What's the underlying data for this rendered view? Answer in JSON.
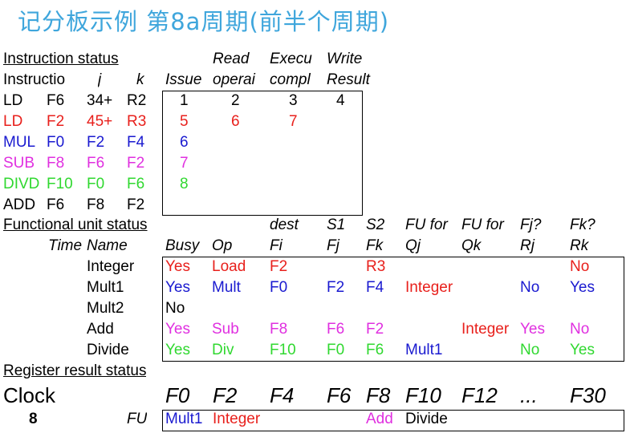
{
  "title": "记分板示例  第8a周期(前半个周期)",
  "colors": {
    "black": "#000000",
    "red": "#e8201c",
    "blue": "#1a1ad0",
    "magenta": "#e030e0",
    "green": "#30d830",
    "title": "#3fa6dc"
  },
  "instruction_status": {
    "heading": "Instruction status",
    "header_top": [
      "",
      "",
      "",
      "",
      "",
      "Read",
      "Execu",
      "Write"
    ],
    "header": [
      "Instructio",
      "",
      "j",
      "k",
      "Issue",
      "operai",
      "compl",
      "Result"
    ],
    "rows": [
      {
        "color": "black",
        "cells": [
          "LD",
          "F6",
          "34+",
          "R2",
          "1",
          "2",
          "3",
          "4"
        ]
      },
      {
        "color": "red",
        "cells": [
          "LD",
          "F2",
          "45+",
          "R3",
          "5",
          "6",
          "7",
          ""
        ]
      },
      {
        "color": "blue",
        "cells": [
          "MUL",
          "F0",
          "F2",
          "F4",
          "6",
          "",
          "",
          ""
        ]
      },
      {
        "color": "magenta",
        "cells": [
          "SUB",
          "F8",
          "F6",
          "F2",
          "7",
          "",
          "",
          ""
        ]
      },
      {
        "color": "green",
        "cells": [
          "DIVD",
          "F10",
          "F0",
          "F6",
          "8",
          "",
          "",
          ""
        ]
      },
      {
        "color": "black",
        "cells": [
          "ADD",
          "F6",
          "F8",
          "F2",
          "",
          "",
          "",
          ""
        ]
      }
    ]
  },
  "functional_unit_status": {
    "heading": "Functional unit status",
    "header_top": [
      "",
      "",
      "",
      "",
      "dest",
      "S1",
      "S2",
      "FU for",
      "FU for",
      "Fj?",
      "Fk?"
    ],
    "header": [
      "Time",
      "Name",
      "Busy",
      "Op",
      "Fi",
      "Fj",
      "Fk",
      "Qj",
      "Qk",
      "Rj",
      "Rk"
    ],
    "rows": [
      {
        "color": "red",
        "cells": [
          "",
          "Integer",
          "Yes",
          "Load",
          "F2",
          "",
          "R3",
          "",
          "",
          "",
          "No"
        ]
      },
      {
        "color": "blue",
        "cells": [
          "",
          "Mult1",
          "Yes",
          "Mult",
          "F0",
          "F2",
          "F4",
          "Integer",
          "",
          "No",
          "Yes"
        ],
        "overrides": {
          "7": "red"
        }
      },
      {
        "color": "black",
        "cells": [
          "",
          "Mult2",
          "No",
          "",
          "",
          "",
          "",
          "",
          "",
          "",
          ""
        ]
      },
      {
        "color": "magenta",
        "cells": [
          "",
          "Add",
          "Yes",
          "Sub",
          "F8",
          "F6",
          "F2",
          "",
          "Integer",
          "Yes",
          "No"
        ],
        "overrides": {
          "8": "red"
        }
      },
      {
        "color": "green",
        "cells": [
          "",
          "Divide",
          "Yes",
          "Div",
          "F10",
          "F0",
          "F6",
          "Mult1",
          "",
          "No",
          "Yes"
        ],
        "overrides": {
          "7": "blue"
        }
      }
    ]
  },
  "register_result_status": {
    "heading": "Register result status",
    "clock_label": "Clock",
    "clock_value": "8",
    "fu_label": "FU",
    "registers": [
      "F0",
      "F2",
      "F4",
      "F6",
      "F8",
      "F10",
      "F12",
      "...",
      "F30"
    ],
    "values": [
      {
        "text": "Mult1",
        "color": "blue"
      },
      {
        "text": "Integer",
        "color": "red"
      },
      {
        "text": "",
        "color": "black"
      },
      {
        "text": "",
        "color": "black"
      },
      {
        "text": "Add",
        "color": "magenta"
      },
      {
        "text": "Divide",
        "color": "black"
      },
      {
        "text": "",
        "color": "black"
      },
      {
        "text": "",
        "color": "black"
      },
      {
        "text": "",
        "color": "black"
      }
    ]
  }
}
